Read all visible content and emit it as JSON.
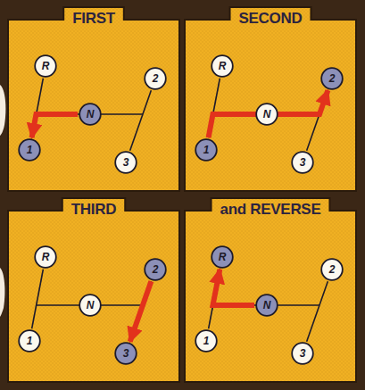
{
  "diagram": {
    "nodes": [
      {
        "text": [
          "FIRST"
        ]
      },
      {
        "text": [
          "R"
        ],
        "in": 0
      },
      {
        "text": [
          "2"
        ],
        "in": 0
      },
      {
        "text": [
          "N"
        ],
        "in": 0
      },
      {
        "text": [
          "1"
        ],
        "in": 0
      },
      {
        "text": [
          "3"
        ],
        "in": 0
      },
      {
        "text": [
          "SECOND"
        ]
      },
      {
        "text": [
          "R"
        ],
        "in": 6
      },
      {
        "text": [
          "2"
        ],
        "in": 6
      },
      {
        "text": [
          "N"
        ],
        "in": 6
      },
      {
        "text": [
          "1"
        ],
        "in": 6
      },
      {
        "text": [
          "3"
        ],
        "in": 6
      },
      {
        "text": [
          "THIRD"
        ]
      },
      {
        "text": [
          "R"
        ],
        "in": 12
      },
      {
        "text": [
          "2"
        ],
        "in": 12
      },
      {
        "text": [
          "N"
        ],
        "in": 12
      },
      {
        "text": [
          "1"
        ],
        "in": 12
      },
      {
        "text": [
          "3"
        ],
        "in": 12
      },
      {
        "text": [
          "and REVERSE"
        ]
      },
      {
        "text": [
          "R"
        ],
        "in": 18
      },
      {
        "text": [
          "2"
        ],
        "in": 18
      },
      {
        "text": [
          "N"
        ],
        "in": 18
      },
      {
        "text": [
          "1"
        ],
        "in": 18
      },
      {
        "text": [
          "3"
        ],
        "in": 18
      }
    ],
    "edges": [
      {
        "from": 1,
        "to": 4,
        "arrow": "none"
      },
      {
        "from": 2,
        "to": 5,
        "arrow": "none"
      },
      {
        "from": 3,
        "to": 4,
        "arrow": "to"
      },
      {
        "from": 7,
        "to": 10,
        "arrow": "none"
      },
      {
        "from": 8,
        "to": 11,
        "arrow": "none"
      },
      {
        "from": 10,
        "to": 8,
        "arrow": "to"
      },
      {
        "from": 13,
        "to": 16,
        "arrow": "none"
      },
      {
        "from": 14,
        "to": 17,
        "arrow": "none"
      },
      {
        "from": 14,
        "to": 17,
        "arrow": "to"
      },
      {
        "from": 19,
        "to": 22,
        "arrow": "none"
      },
      {
        "from": 20,
        "to": 23,
        "arrow": "none"
      },
      {
        "from": 21,
        "to": 19,
        "arrow": "to"
      }
    ]
  }
}
